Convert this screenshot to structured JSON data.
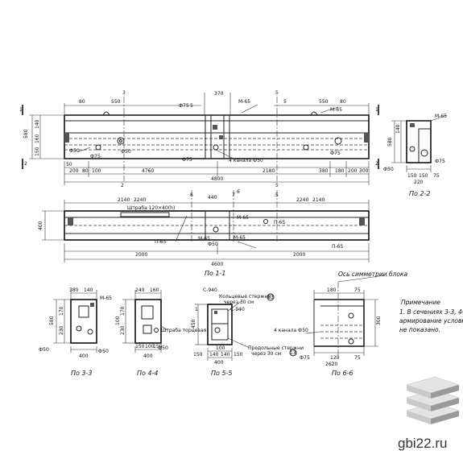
{
  "colors": {
    "ink": "#222222",
    "paper": "#ffffff",
    "logo_light": "#e4e4e4",
    "logo_mid": "#c9c9c9",
    "logo_dark": "#9a9a9a"
  },
  "elevation": {
    "dims_top": [
      "80",
      "550",
      "3",
      "370",
      "80",
      "550",
      "5",
      "5"
    ],
    "dims_left": [
      "580",
      "140",
      "160",
      "150"
    ],
    "dims_bottom": [
      "50",
      "2",
      "200",
      "80",
      "100",
      "4760",
      "2180",
      "380",
      "180",
      "200",
      "300",
      "4800"
    ],
    "labels": [
      "M-65",
      "M-65",
      "Ф75",
      "Ф75",
      "Ф50",
      "4 канала Ф50",
      "Ф75",
      "Ф50",
      "Ф75"
    ],
    "section_marks": [
      "1",
      "1",
      "2",
      "2",
      "5",
      "5"
    ]
  },
  "section_22": {
    "dims": [
      "580",
      "140",
      "150",
      "150",
      "220",
      "75"
    ],
    "labels": [
      "M-65",
      "Ф50",
      "Ф75"
    ],
    "caption": "По 2-2"
  },
  "plan": {
    "dims_top": [
      "6",
      "7",
      "440",
      "6",
      "5"
    ],
    "dims_left": [
      "400"
    ],
    "dims_side_top": [
      "2140",
      "2240",
      "2240",
      "2140"
    ],
    "dims_bottom": [
      "2000",
      "2000",
      "4600"
    ],
    "labels": [
      "Штраба 120×40(h)",
      "П-65",
      "M-65",
      "П-65",
      "Ф50",
      "M-65",
      "M-65",
      "П-65"
    ],
    "caption": "По 1-1"
  },
  "section_33": {
    "dims_top": [
      "380",
      "140"
    ],
    "dims_left": [
      "580",
      "170",
      "230"
    ],
    "dims_bottom": [
      "400"
    ],
    "labels": [
      "M-65",
      "Ф50",
      "Ф50"
    ],
    "caption": "По 3-3"
  },
  "section_44": {
    "dims_top": [
      "240",
      "160"
    ],
    "dims_left": [
      "170",
      "230",
      "100"
    ],
    "dims_bottom": [
      "150",
      "100",
      "150",
      "400"
    ],
    "labels": [
      "Штраба торцевая",
      "Ф50"
    ],
    "caption": "По 4-4"
  },
  "section_55": {
    "labels": [
      "C-940",
      "Кольцевые стержни",
      "через 30 см",
      "C-940",
      "Продольные стержни",
      "через 30 см",
      "13",
      "13"
    ],
    "dims": [
      "1",
      "450",
      "140",
      "140",
      "150",
      "150",
      "100",
      "400"
    ],
    "caption": "По 5-5"
  },
  "section_66": {
    "axis_label": "Ось симметрии блока",
    "dims": [
      "180",
      "75",
      "300",
      "120",
      "75",
      "2620"
    ],
    "labels": [
      "4 канала Ф50",
      "Ф75"
    ],
    "caption": "По 6-6"
  },
  "note": {
    "heading": "Примечание",
    "lines": [
      "1. В сечениях 3-3, 4-4",
      "армирование условно",
      "не показано."
    ]
  },
  "watermark": {
    "text": "gbi22.ru"
  }
}
